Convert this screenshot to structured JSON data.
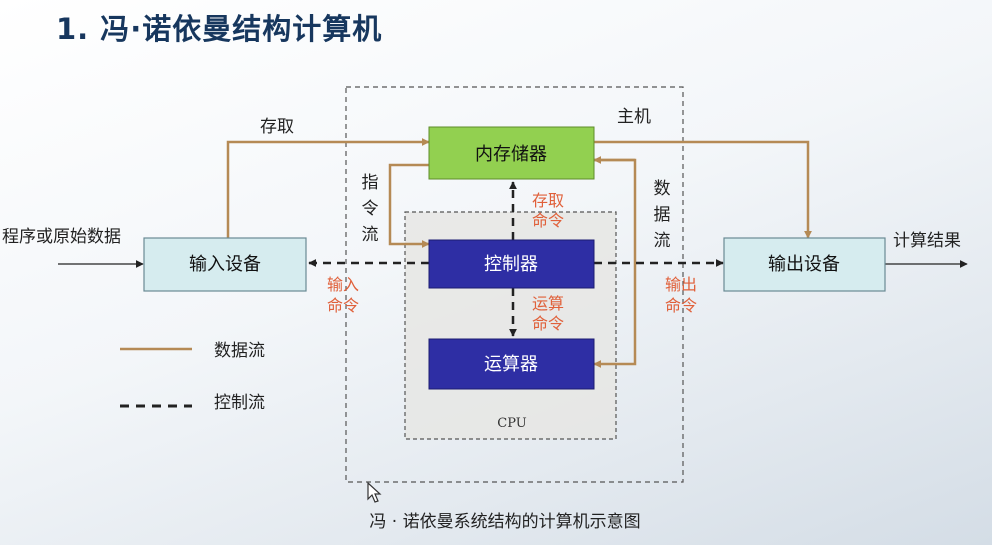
{
  "slide": {
    "title": "1. 冯·诺依曼结构计算机",
    "caption": "冯 · 诺依曼系统结构的计算机示意图"
  },
  "diagram": {
    "host_label": "主机",
    "cpu_label": "CPU",
    "nodes": {
      "memory": "内存储器",
      "controller": "控制器",
      "alu": "运算器",
      "input": "输入设备",
      "output": "输出设备"
    },
    "edge_labels": {
      "access_top": "存取",
      "instruction_flow": [
        "指",
        "令",
        "流"
      ],
      "data_flow": [
        "数",
        "据",
        "流"
      ],
      "program_data": "程序或原始数据",
      "result": "计算结果",
      "access_command": [
        "存取",
        "命令"
      ],
      "compute_command": [
        "运算",
        "命令"
      ],
      "input_command": [
        "输入",
        "命令"
      ],
      "output_command": [
        "输出",
        "命令"
      ]
    },
    "legend": {
      "data_flow": "数据流",
      "control_flow": "控制流"
    }
  },
  "colors": {
    "title": "#17375e",
    "memory_fill": "#92d050",
    "unit_fill": "#2e2ea4",
    "io_fill": "#d6ecef",
    "data_line": "#b58a55",
    "command_text": "#e0603a",
    "cpu_fill": "#e6e6e4"
  },
  "icons": {
    "cursor": "mouse-pointer-icon"
  }
}
